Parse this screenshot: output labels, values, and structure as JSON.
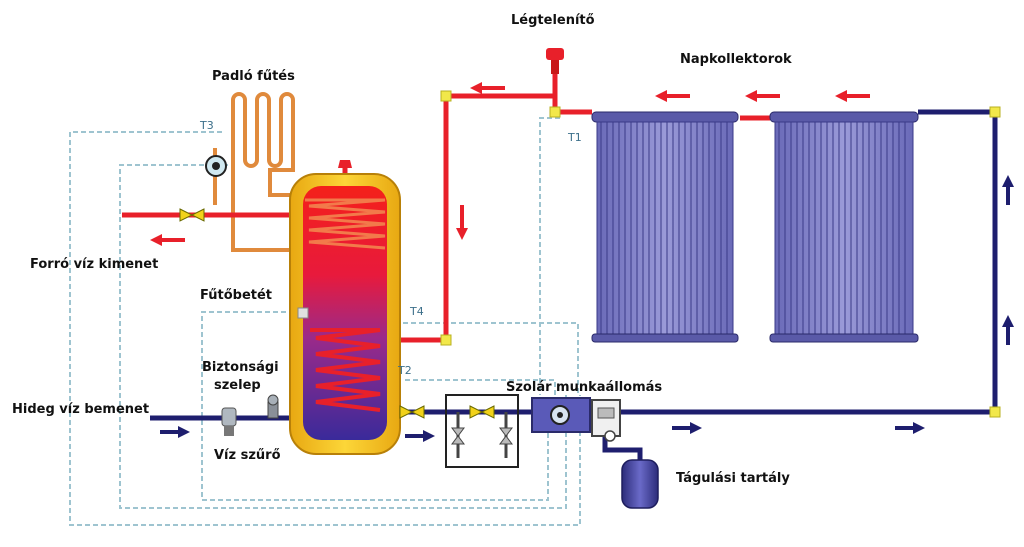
{
  "labels": {
    "legtelenito": "Légtelenítő",
    "napkollektorok": "Napkollektorok",
    "padlo_futes": "Padló fűtés",
    "forro_viz": "Forró víz kimenet",
    "futobetet": "Fűtőbetét",
    "biztonsagi_1": "Biztonsági",
    "biztonsagi_2": "szelep",
    "hideg_viz": "Hideg víz bemenet",
    "viz_szuro": "Víz szűrő",
    "szolar": "Szolár munkaállomás",
    "tagulasi": "Tágulási tartály"
  },
  "sensors": {
    "t1": "T1",
    "t2": "T2",
    "t3": "T3",
    "t4": "T4"
  },
  "colors": {
    "hot_pipe": "#e8202a",
    "cold_pipe": "#1e1e6e",
    "floor_pipe": "#e08a3c",
    "sensor_wire": "#9ec4d0",
    "tank_shell": "#f6c21b",
    "collector": "#7a7ac4",
    "joint": "#f2e84a"
  }
}
